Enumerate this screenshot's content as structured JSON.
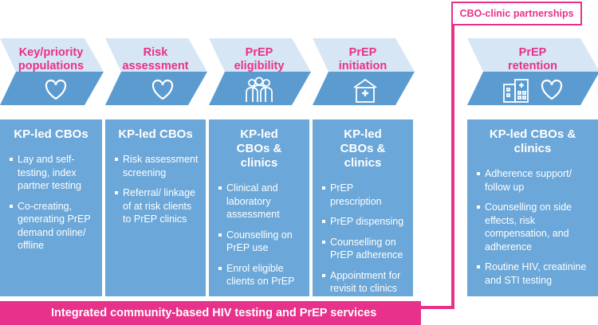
{
  "steps": [
    {
      "title": "Key/priority\npopulations",
      "icon": "heart-icon"
    },
    {
      "title": "Risk\nassessment",
      "icon": "heart-icon"
    },
    {
      "title": "PrEP\neligibility",
      "icon": "people-icon"
    },
    {
      "title": "PrEP\ninitiation",
      "icon": "clinic-icon"
    },
    {
      "title": "PrEP\nretention",
      "icons": [
        "hospital-icon",
        "heart-icon"
      ]
    }
  ],
  "cards": [
    {
      "title": "KP-led CBOs",
      "items": [
        "Lay and self-testing, index partner testing",
        "Co-creating, generating PrEP demand online/ offline"
      ]
    },
    {
      "title": "KP-led CBOs",
      "items": [
        "Risk assessment screening",
        "Referral/ linkage of at risk clients to PrEP clinics"
      ]
    },
    {
      "title": "KP-led CBOs & clinics",
      "items": [
        "Clinical and laboratory assessment",
        "Counselling on PrEP use",
        "Enrol eligible clients on PrEP"
      ]
    },
    {
      "title": "KP-led CBOs & clinics",
      "items": [
        "PrEP prescription",
        "PrEP dispensing",
        "Counselling on PrEP adherence",
        "Appointment for revisit to clinics"
      ]
    },
    {
      "title": "KP-led CBOs & clinics",
      "items": [
        "Adherence support/ follow up",
        "Counselling on side effects, risk compensation, and adherence",
        "Routine HIV, creatinine and STI testing"
      ]
    }
  ],
  "partnership_label": "CBO-clinic partnerships",
  "bottom_bar": "Integrated community-based HIV testing and PrEP services",
  "colors": {
    "accent": "#e8318a",
    "card": "#6ba7d8",
    "chevron_light": "#d7e6f4",
    "chevron_dark": "#5b9bd0"
  }
}
